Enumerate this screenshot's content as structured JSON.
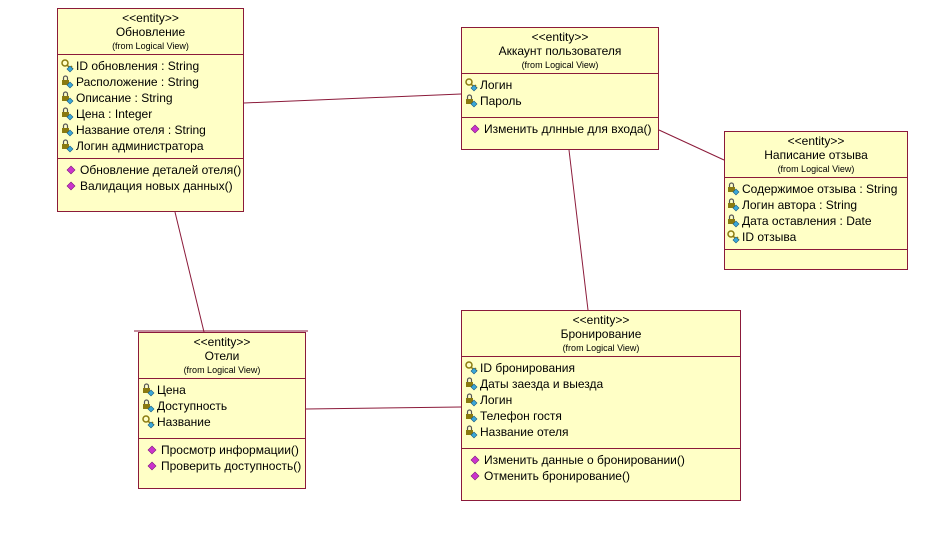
{
  "stereotype": "<<entity>>",
  "from_label": "(from Logical View)",
  "colors": {
    "fill": "#ffffc6",
    "border": "#8b1a3a",
    "op_icon": "#cc33cc",
    "attr_icon": "#3aa8d8"
  },
  "classes": {
    "update": {
      "name": "Обновление",
      "attributes": [
        "ID обновления : String",
        "Расположение : String",
        "Описание : String",
        "Цена : Integer",
        "Название отеля : String",
        "Логин администратора"
      ],
      "operations": [
        "Обновление деталей отеля()",
        "Валидация новых данных()"
      ]
    },
    "account": {
      "name": "Аккаунт пользователя",
      "attributes": [
        "Логин",
        "Пароль"
      ],
      "operations": [
        "Изменить длнные для входа()"
      ]
    },
    "review": {
      "name": "Написание отзыва",
      "attributes": [
        "Содержимое отзыва : String",
        "Логин автора : String",
        "Дата оставления : Date",
        "ID отзыва"
      ],
      "operations": []
    },
    "hotels": {
      "name": "Отели",
      "attributes": [
        "Цена",
        "Доступность",
        "Название"
      ],
      "operations": [
        "Просмотр информации()",
        "Проверить доступность()"
      ]
    },
    "booking": {
      "name": "Бронирование",
      "attributes": [
        "ID бронирования",
        "Даты заезда и выезда",
        "Логин",
        "Телефон гостя",
        "Название отеля"
      ],
      "operations": [
        "Изменить данные о бронировании()",
        "Отменить бронирование()"
      ]
    }
  }
}
